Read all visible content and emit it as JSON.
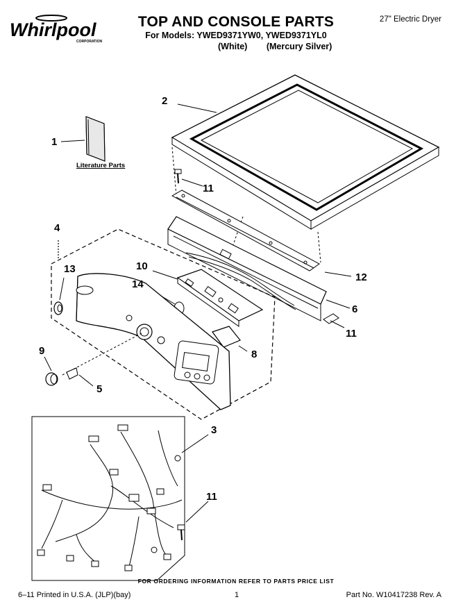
{
  "header": {
    "brand": "Whirlpool",
    "brand_sub": "CORPORATION",
    "title": "TOP AND CONSOLE PARTS",
    "models": "For Models: YWED9371YW0, YWED9371YL0",
    "color_white": "(White)",
    "color_silver": "(Mercury Silver)",
    "product": "27\" Electric Dryer"
  },
  "diagram": {
    "literature_label": "Literature Parts",
    "callouts": [
      "1",
      "2",
      "3",
      "4",
      "5",
      "6",
      "8",
      "9",
      "10",
      "11",
      "11",
      "11",
      "12",
      "13",
      "14"
    ]
  },
  "footer": {
    "ordering": "FOR ORDERING INFORMATION REFER TO PARTS PRICE LIST",
    "printed": "6–11 Printed in U.S.A. (JLP)(bay)",
    "page": "1",
    "part_no": "Part No. W10417238 Rev. A"
  }
}
